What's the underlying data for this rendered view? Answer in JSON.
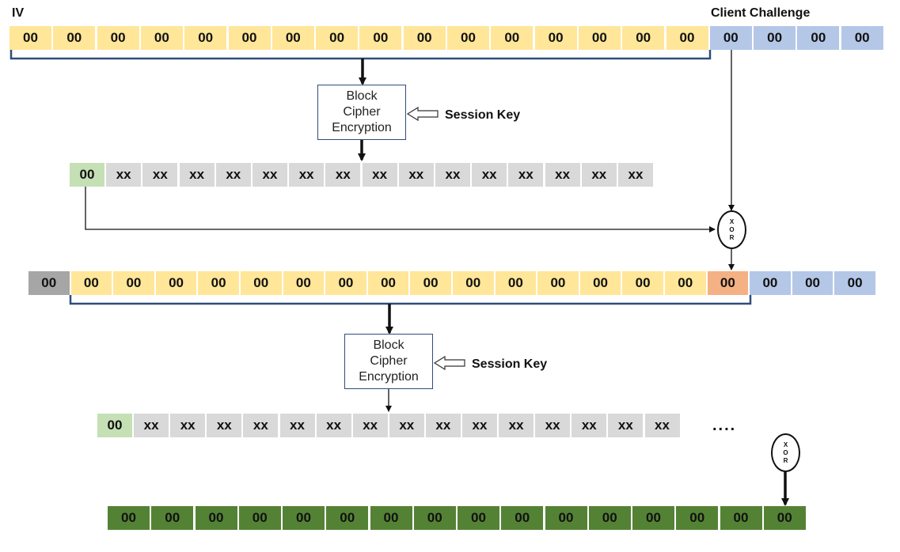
{
  "labels": {
    "iv": "IV",
    "client_challenge": "Client Challenge",
    "session_key_1": "Session Key",
    "session_key_2": "Session Key",
    "ellipsis": "...."
  },
  "cipher_box_1": {
    "lines": [
      "Block",
      "Cipher",
      "Encryption"
    ]
  },
  "cipher_box_2": {
    "lines": [
      "Block",
      "Cipher",
      "Encryption"
    ]
  },
  "xor_1": {
    "lines": [
      "X",
      "O",
      "R"
    ]
  },
  "xor_2": {
    "lines": [
      "X",
      "O",
      "R"
    ]
  },
  "colors": {
    "iv": "#ffe699",
    "challenge": "#b4c7e7",
    "output_xx": "#d9d9d9",
    "output_first": "#c5e0b4",
    "shifted_out": "#a6a6a6",
    "xor_result": "#f4b183",
    "final": "#548235"
  },
  "rows": {
    "row1": {
      "iv": [
        "00",
        "00",
        "00",
        "00",
        "00",
        "00",
        "00",
        "00",
        "00",
        "00",
        "00",
        "00",
        "00",
        "00",
        "00",
        "00"
      ],
      "challenge": [
        "00",
        "00",
        "00",
        "00"
      ]
    },
    "row2": {
      "first": "00",
      "rest": [
        "xx",
        "xx",
        "xx",
        "xx",
        "xx",
        "xx",
        "xx",
        "xx",
        "xx",
        "xx",
        "xx",
        "xx",
        "xx",
        "xx",
        "xx"
      ]
    },
    "row3": {
      "shifted": "00",
      "iv": [
        "00",
        "00",
        "00",
        "00",
        "00",
        "00",
        "00",
        "00",
        "00",
        "00",
        "00",
        "00",
        "00",
        "00",
        "00"
      ],
      "xor_result": "00",
      "challenge": [
        "00",
        "00",
        "00"
      ]
    },
    "row4": {
      "first": "00",
      "rest": [
        "xx",
        "xx",
        "xx",
        "xx",
        "xx",
        "xx",
        "xx",
        "xx",
        "xx",
        "xx",
        "xx",
        "xx",
        "xx",
        "xx",
        "xx"
      ]
    },
    "row5": {
      "final": [
        "00",
        "00",
        "00",
        "00",
        "00",
        "00",
        "00",
        "00",
        "00",
        "00",
        "00",
        "00",
        "00",
        "00",
        "00",
        "00"
      ]
    }
  }
}
